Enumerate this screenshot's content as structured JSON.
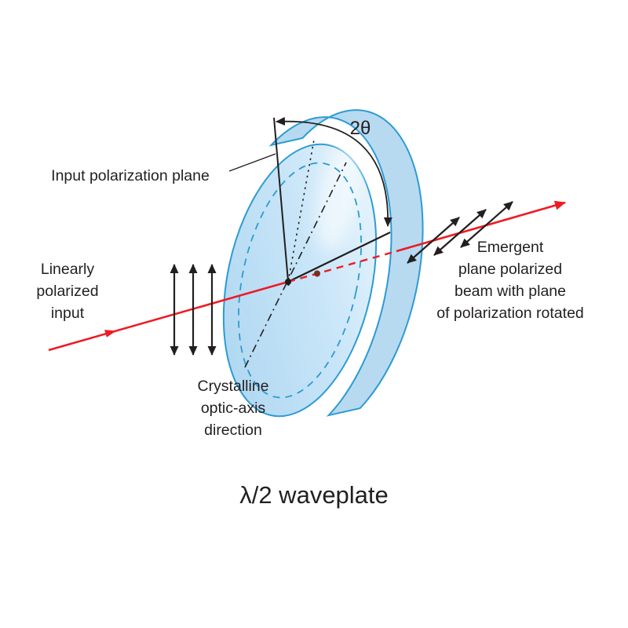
{
  "diagram": {
    "title": "λ/2 waveplate",
    "labels": {
      "angle": "2θ",
      "input_plane": "Input polarization plane",
      "linear_input": {
        "lines": [
          "Linearly",
          "polarized",
          "input"
        ]
      },
      "optic_axis": {
        "lines": [
          "Crystalline",
          "optic-axis",
          "direction"
        ]
      },
      "emergent": {
        "lines": [
          "Emergent",
          "plane polarized",
          "beam with plane",
          "of polarization rotated"
        ]
      }
    },
    "colors": {
      "beam": "#ed1c24",
      "plate_stroke": "#2d9bd3",
      "plate_fill": "#b7daf0",
      "plate_dash": "#2d9bd3",
      "ink": "#231f20"
    }
  }
}
